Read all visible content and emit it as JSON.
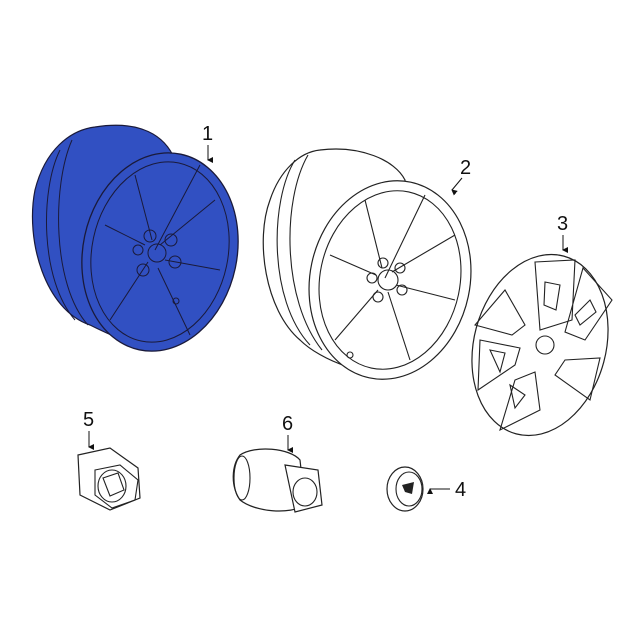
{
  "diagram": {
    "highlight_color": "#3150c2",
    "callouts": [
      {
        "number": "1",
        "part": "wheel-highlighted"
      },
      {
        "number": "2",
        "part": "wheel"
      },
      {
        "number": "3",
        "part": "wheel-cover"
      },
      {
        "number": "4",
        "part": "center-cap"
      },
      {
        "number": "5",
        "part": "lug-nut"
      },
      {
        "number": "6",
        "part": "wheel-lock"
      }
    ]
  }
}
